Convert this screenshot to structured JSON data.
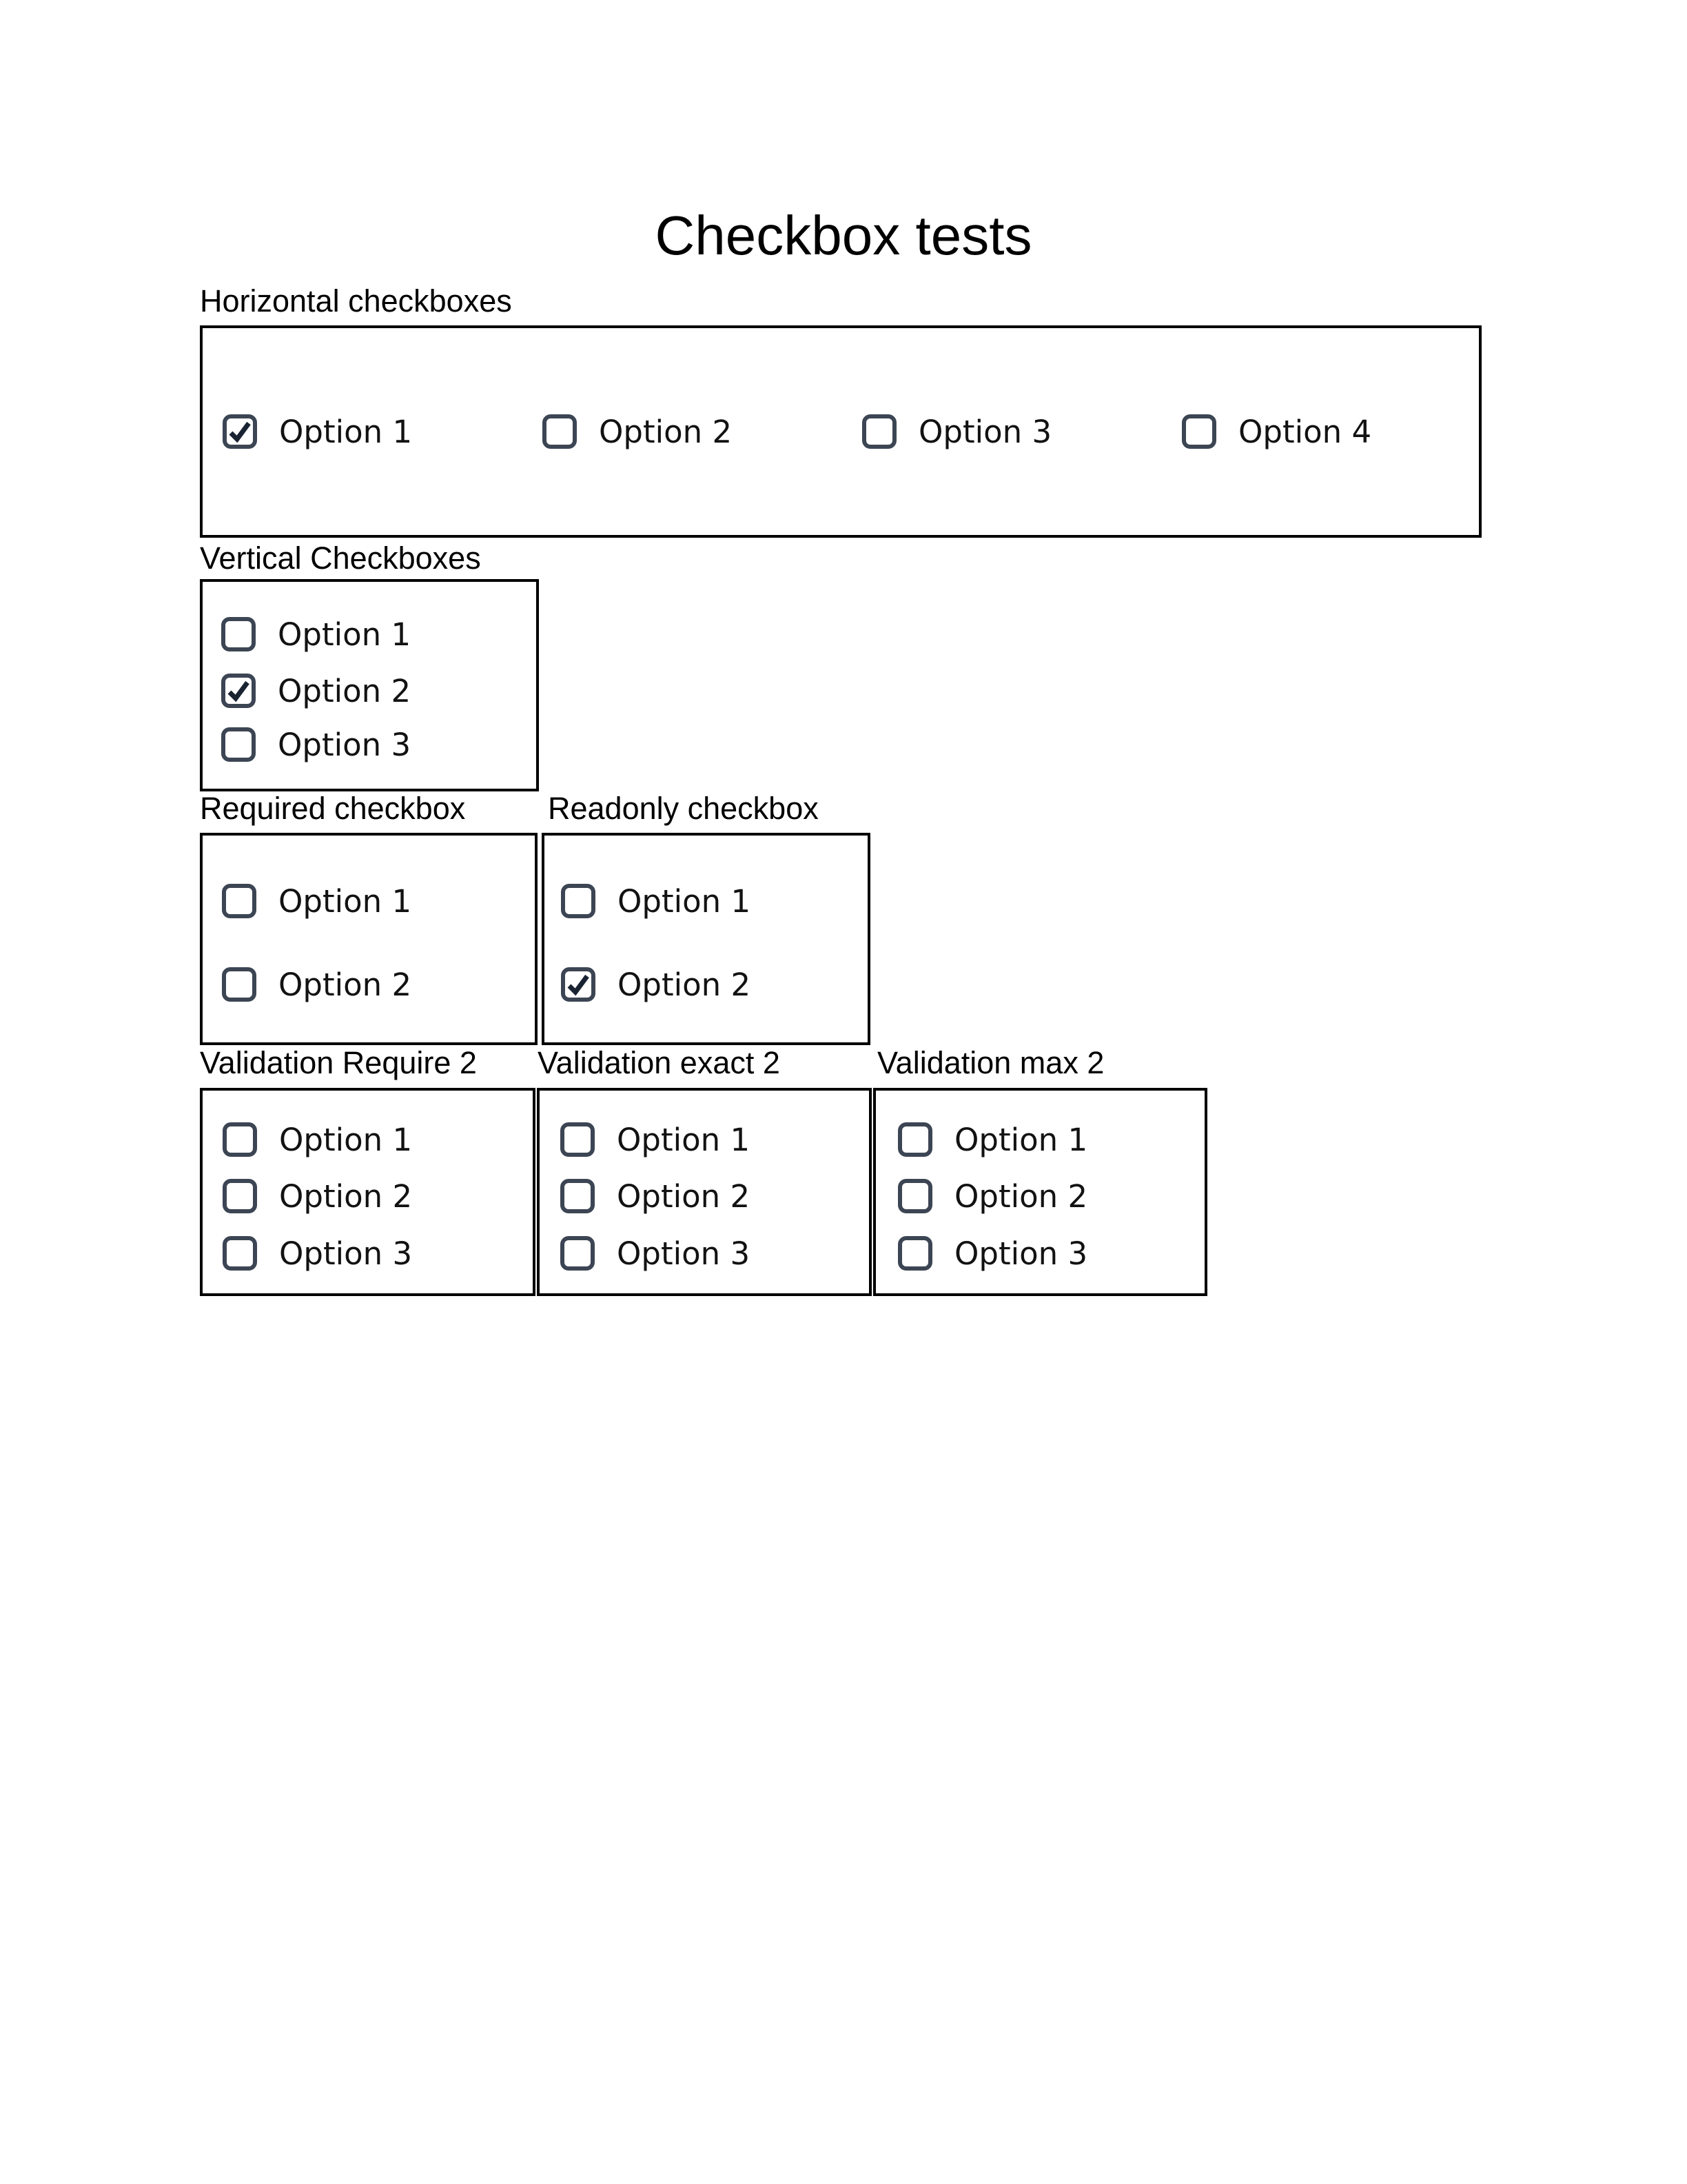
{
  "title": "Checkbox tests",
  "colors": {
    "checkbox_border": "#3C4553",
    "checkmark": "#1A2332",
    "panel_border": "#000000",
    "text": "#000000",
    "option_text": "#121212"
  },
  "sections": {
    "horizontal": {
      "label": "Horizontal checkboxes",
      "options": [
        {
          "label": "Option 1",
          "checked": true
        },
        {
          "label": "Option 2",
          "checked": false
        },
        {
          "label": "Option 3",
          "checked": false
        },
        {
          "label": "Option 4",
          "checked": false
        }
      ]
    },
    "vertical": {
      "label": "Vertical Checkboxes",
      "options": [
        {
          "label": "Option 1",
          "checked": false
        },
        {
          "label": "Option 2",
          "checked": true
        },
        {
          "label": "Option 3",
          "checked": false
        }
      ]
    },
    "required": {
      "label": "Required checkbox",
      "options": [
        {
          "label": "Option 1",
          "checked": false
        },
        {
          "label": "Option 2",
          "checked": false
        }
      ]
    },
    "readonly": {
      "label": "Readonly checkbox",
      "options": [
        {
          "label": "Option 1",
          "checked": false
        },
        {
          "label": "Option 2",
          "checked": true
        }
      ]
    },
    "validation_require": {
      "label": "Validation Require 2",
      "options": [
        {
          "label": "Option 1",
          "checked": false
        },
        {
          "label": "Option 2",
          "checked": false
        },
        {
          "label": "Option 3",
          "checked": false
        }
      ]
    },
    "validation_exact": {
      "label": "Validation exact 2",
      "options": [
        {
          "label": "Option 1",
          "checked": false
        },
        {
          "label": "Option 2",
          "checked": false
        },
        {
          "label": "Option 3",
          "checked": false
        }
      ]
    },
    "validation_max": {
      "label": "Validation max 2",
      "options": [
        {
          "label": "Option 1",
          "checked": false
        },
        {
          "label": "Option 2",
          "checked": false
        },
        {
          "label": "Option 3",
          "checked": false
        }
      ]
    }
  }
}
